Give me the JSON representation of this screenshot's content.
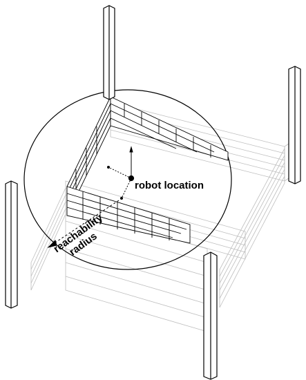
{
  "labels": {
    "robot_location": "robot location",
    "reachability_line1": "reachability",
    "reachability_line2": "radius"
  },
  "colors": {
    "ink": "#000000",
    "ghost": "#bdbdbd",
    "paper": "#ffffff"
  }
}
